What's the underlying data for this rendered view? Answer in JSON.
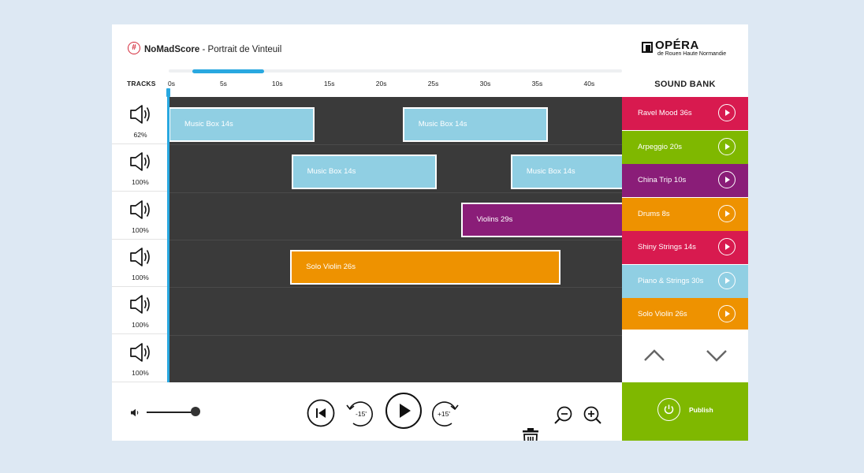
{
  "header": {
    "app_name": "NoMadScore",
    "separator": " - ",
    "project_title": "Portrait de Vinteuil",
    "opera_name": "OPÉRA",
    "opera_sub": "de Rouen Haute Normandie"
  },
  "timeline": {
    "tracks_label": "TRACKS",
    "ticks": [
      "0s",
      "5s",
      "10s",
      "15s",
      "20s",
      "25s",
      "30s",
      "35s",
      "40s"
    ],
    "max_seconds": 43.6,
    "playhead_seconds": 0,
    "scroll_thumb_fraction": {
      "start": 0.05,
      "end": 0.21
    }
  },
  "tracks": [
    {
      "volume": "62%",
      "clips": [
        {
          "label": "Music Box 14s",
          "start": 0,
          "length": 14,
          "color": "#90cfe3"
        },
        {
          "label": "Music Box 14s",
          "start": 22.5,
          "length": 14,
          "color": "#90cfe3"
        }
      ]
    },
    {
      "volume": "100%",
      "clips": [
        {
          "label": "Music Box 14s",
          "start": 11.8,
          "length": 14,
          "color": "#90cfe3"
        },
        {
          "label": "Music Box 14s",
          "start": 32.9,
          "length": 14,
          "color": "#90cfe3"
        }
      ]
    },
    {
      "volume": "100%",
      "clips": [
        {
          "label": "Violins 29s",
          "start": 28.1,
          "length": 29,
          "color": "#8a1d78"
        }
      ]
    },
    {
      "volume": "100%",
      "clips": [
        {
          "label": "Solo Violin 26s",
          "start": 11.7,
          "length": 26,
          "color": "#ee9200"
        }
      ]
    },
    {
      "volume": "100%",
      "clips": []
    },
    {
      "volume": "100%",
      "clips": []
    }
  ],
  "sound_bank": {
    "title": "SOUND BANK",
    "items": [
      {
        "label": "Ravel Mood 36s",
        "color": "#d81a4f"
      },
      {
        "label": "Arpeggio 20s",
        "color": "#7fb800"
      },
      {
        "label": "China Trip 10s",
        "color": "#8a1d78"
      },
      {
        "label": "Drums 8s",
        "color": "#ee9200"
      },
      {
        "label": "Shiny Strings 14s",
        "color": "#d81a4f"
      },
      {
        "label": "Piano & Strings 30s",
        "color": "#90cfe3"
      },
      {
        "label": "Solo Violin 26s",
        "color": "#ee9200"
      }
    ]
  },
  "controls": {
    "master_volume_fraction": 0.9,
    "rewind_label": "-15'",
    "forward_label": "+15'",
    "publish_label": "Publish"
  },
  "colors": {
    "grid_bg": "#3a3a3a",
    "accent": "#29a8e0",
    "publish": "#7fb800"
  }
}
